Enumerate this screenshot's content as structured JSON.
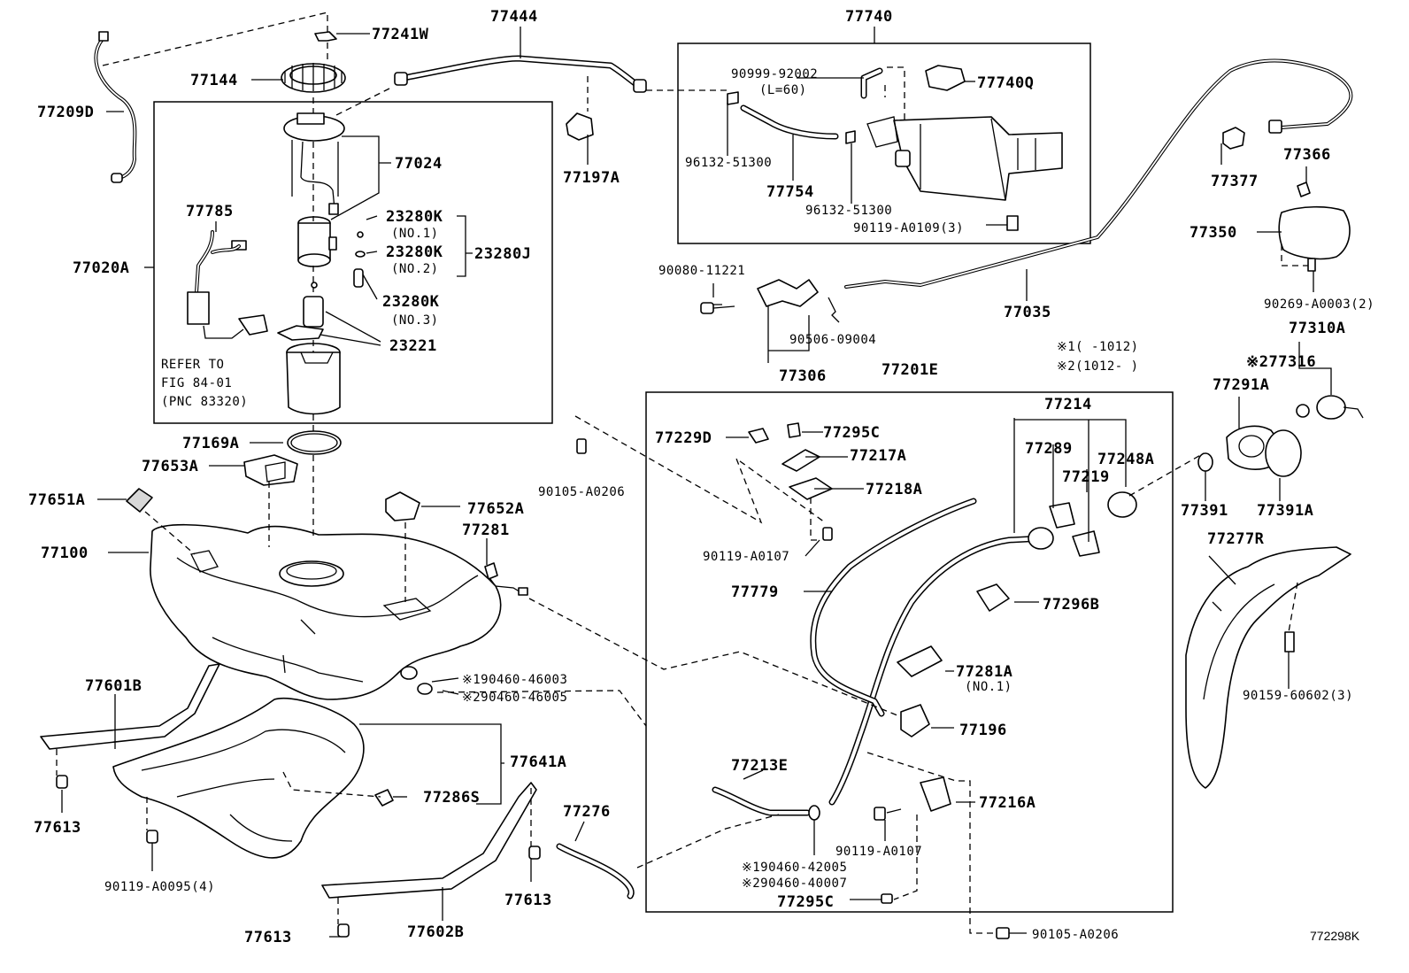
{
  "diagram_id": "772298K",
  "labels": {
    "p77241W": "77241W",
    "p77444": "77444",
    "p77740": "77740",
    "p77144": "77144",
    "p77209D": "77209D",
    "p77024": "77024",
    "p77197A": "77197A",
    "p90999_92002": "90999-92002",
    "p90999_l60": "(L=60)",
    "p77740Q": "77740Q",
    "p96132_51300a": "96132-51300",
    "p77754": "77754",
    "p96132_51300b": "96132-51300",
    "p90119_A0109": "90119-A0109(3)",
    "p77377": "77377",
    "p77366": "77366",
    "p77350": "77350",
    "p77785": "77785",
    "p23280K_1": "23280K",
    "p23280K_1n": "(NO.1)",
    "p23280K_2": "23280K",
    "p23280K_2n": "(NO.2)",
    "p23280J": "23280J",
    "p77020A": "77020A",
    "p23280K_3": "23280K",
    "p23280K_3n": "(NO.3)",
    "p23221": "23221",
    "refer1": "REFER TO",
    "refer2": "FIG 84-01",
    "refer3": "(PNC 83320)",
    "p90080_11221": "90080-11221",
    "p90506_09004": "90506-09004",
    "p77306": "77306",
    "p77035": "77035",
    "p90269_A0003": "90269-A0003(2)",
    "p77310A": "77310A",
    "note1": "※1(   -1012)",
    "note2": "※2(1012-   )",
    "p77201E": "77201E",
    "p77316": "※277316",
    "p77291A": "77291A",
    "p77169A": "77169A",
    "p77214": "77214",
    "p77229D": "77229D",
    "p77295C_a": "77295C",
    "p77289": "77289",
    "p77248A": "77248A",
    "p77217A": "77217A",
    "p77219": "77219",
    "p77653A": "77653A",
    "p77218A": "77218A",
    "p90105_A0206a": "90105-A0206",
    "p77391": "77391",
    "p77391A": "77391A",
    "p77651A": "77651A",
    "p77652A": "77652A",
    "p77277R": "77277R",
    "p77281": "77281",
    "p90119_A0107a": "90119-A0107",
    "p77100": "77100",
    "p77779": "77779",
    "p77296B": "77296B",
    "p77281A": "77281A",
    "p77281A_n": "(NO.1)",
    "p90460_46003": "※190460-46003",
    "p90460_46005": "※290460-46005",
    "p77601B": "77601B",
    "p90159_60602": "90159-60602(3)",
    "p77196": "77196",
    "p77641A": "77641A",
    "p77213E": "77213E",
    "p77286S": "77286S",
    "p77216A": "77216A",
    "p77613_a": "77613",
    "p77276": "77276",
    "p90119_A0107b": "90119-A0107",
    "p90460_42005": "※190460-42005",
    "p90460_40007": "※290460-40007",
    "p90119_A0095": "90119-A0095(4)",
    "p77295C_b": "77295C",
    "p77613_b": "77613",
    "p77613_c": "77613",
    "p77602B": "77602B",
    "p90105_A0206b": "90105-A0206"
  }
}
